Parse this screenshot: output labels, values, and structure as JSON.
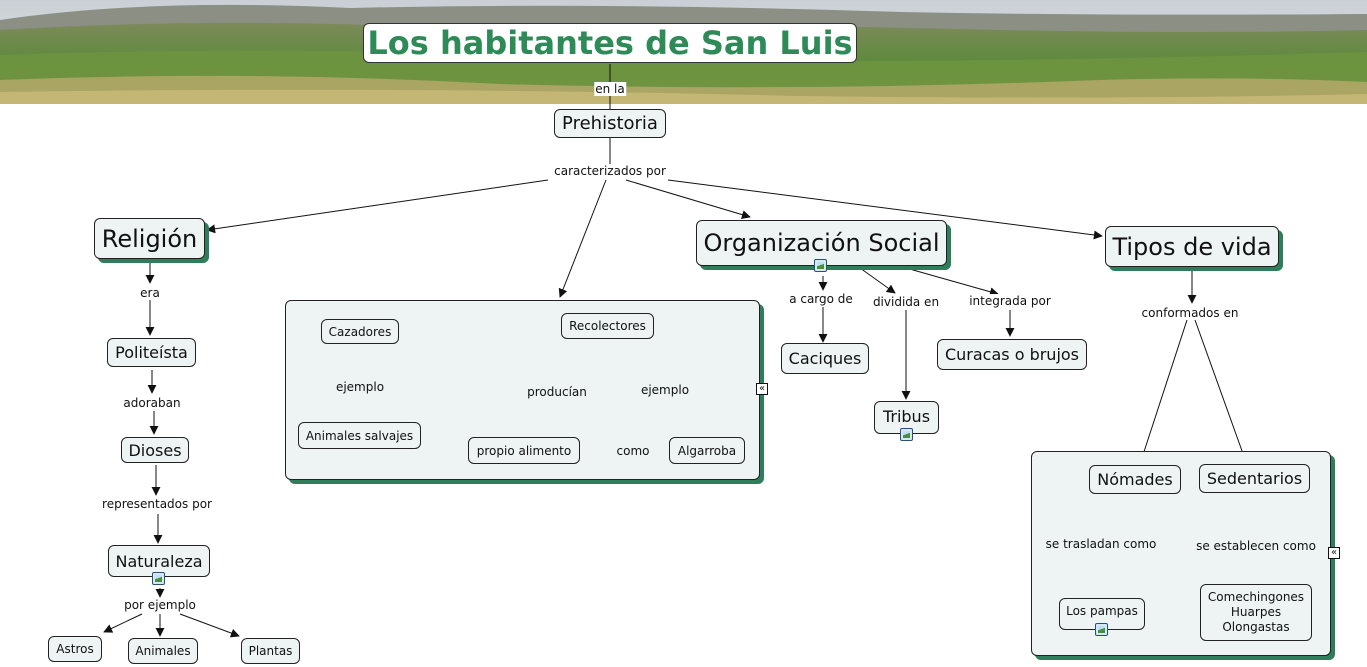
{
  "title": "Los habitantes de San Luis",
  "nodes": {
    "prehistoria": "Prehistoria",
    "religion": "Religión",
    "organizacion": "Organización Social",
    "tipos_vida": "Tipos de vida",
    "politeista": "Politeísta",
    "dioses": "Dioses",
    "naturaleza": "Naturaleza",
    "astros": "Astros",
    "animales": "Animales",
    "plantas": "Plantas",
    "cazadores": "Cazadores",
    "animales_salvajes": "Animales salvajes",
    "recolectores": "Recolectores",
    "propio_alimento": "propio alimento",
    "algarroba": "Algarroba",
    "caciques": "Caciques",
    "tribus": "Tribus",
    "curacas": "Curacas o brujos",
    "nomades": "Nómades",
    "sedentarios": "Sedentarios",
    "los_pampas": "Los pampas",
    "comechingones": "Comechingones\nHuarpes\nOlongastas"
  },
  "links": {
    "en_la": "en la",
    "caracterizados_por": "caracterizados por",
    "era": "era",
    "adoraban": "adoraban",
    "representados_por": "representados por",
    "por_ejemplo": "por ejemplo",
    "ejemplo_caz": "ejemplo",
    "producian": "producían",
    "ejemplo_rec": "ejemplo",
    "como": "como",
    "a_cargo_de": "a cargo de",
    "dividida_en": "dividida en",
    "integrada_por": "integrada por",
    "conformados_en": "conformados en",
    "se_trasladan_como": "se trasladan como",
    "se_establecen_como": "se establecen como"
  },
  "icons": {
    "image_resource": "image-icon",
    "expand_collapse": "collapse-icon"
  },
  "colors": {
    "title_text": "#2e8b57",
    "node_fill": "#eef3f4",
    "node_shadow": "#2e7d5b",
    "line": "#111111"
  }
}
